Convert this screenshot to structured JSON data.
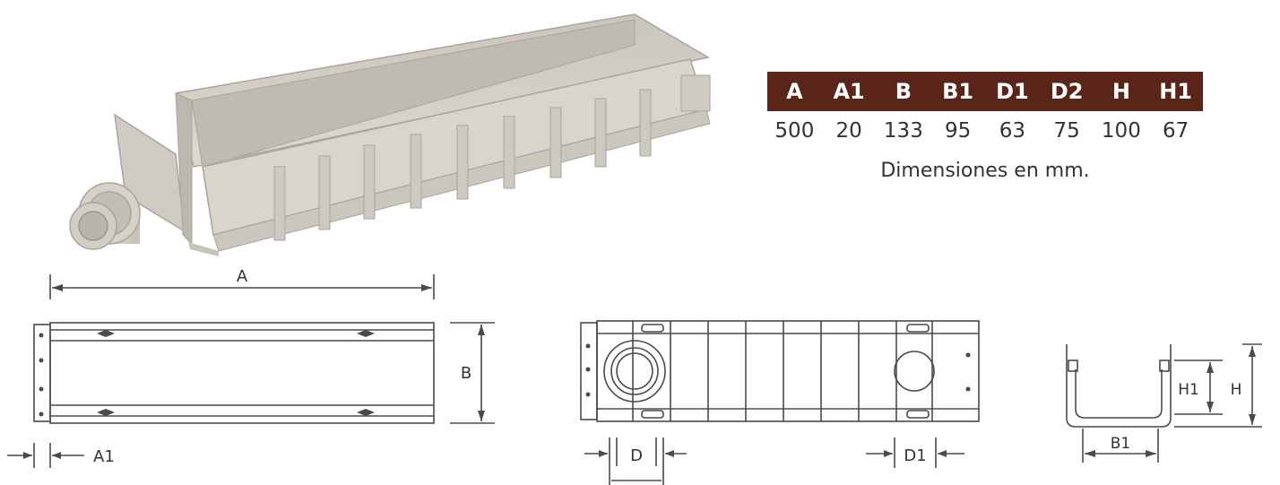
{
  "colors": {
    "header_bg": "#5a2419",
    "header_text": "#ffffff",
    "line": "#4a4a4a",
    "body_text": "#333333"
  },
  "table": {
    "headers": [
      "A",
      "A1",
      "B",
      "B1",
      "D1",
      "D2",
      "H",
      "H1"
    ],
    "values": [
      "500",
      "20",
      "133",
      "95",
      "63",
      "75",
      "100",
      "67"
    ]
  },
  "table_note": "Dimensiones en mm.",
  "labels": {
    "a": "A",
    "a1": "A1",
    "b": "B",
    "d": "D",
    "d1": "D1",
    "b1": "B1",
    "h": "H",
    "h1": "H1"
  }
}
